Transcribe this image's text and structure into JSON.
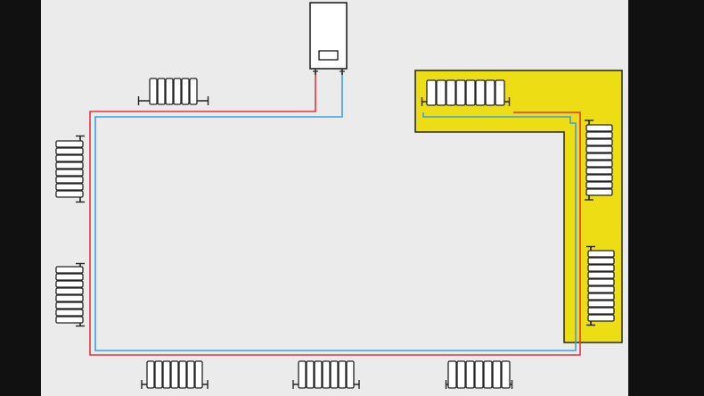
{
  "diagram": {
    "kind": "two-pipe radiator heating layout (plan view)",
    "colors": {
      "frame": "#111111",
      "canvas": "#ebebeb",
      "outline": "#222222",
      "supply_pipe": "#e2363a",
      "return_pipe": "#3aa0e0",
      "highlight_zone": "#ecdd14",
      "radiator_fill": "#ffffff"
    },
    "boiler": {
      "count": 1
    },
    "highlighted_zone": {
      "radiator_count": 3
    },
    "radiators": {
      "top_left": {
        "sections": 6
      },
      "top_right": {
        "sections": 8
      },
      "left_upper": {
        "sections": 8
      },
      "left_lower": {
        "sections": 8
      },
      "bottom_1": {
        "sections": 7
      },
      "bottom_2": {
        "sections": 7
      },
      "bottom_3": {
        "sections": 7
      },
      "right_upper": {
        "sections": 10
      },
      "right_lower": {
        "sections": 10
      }
    }
  }
}
